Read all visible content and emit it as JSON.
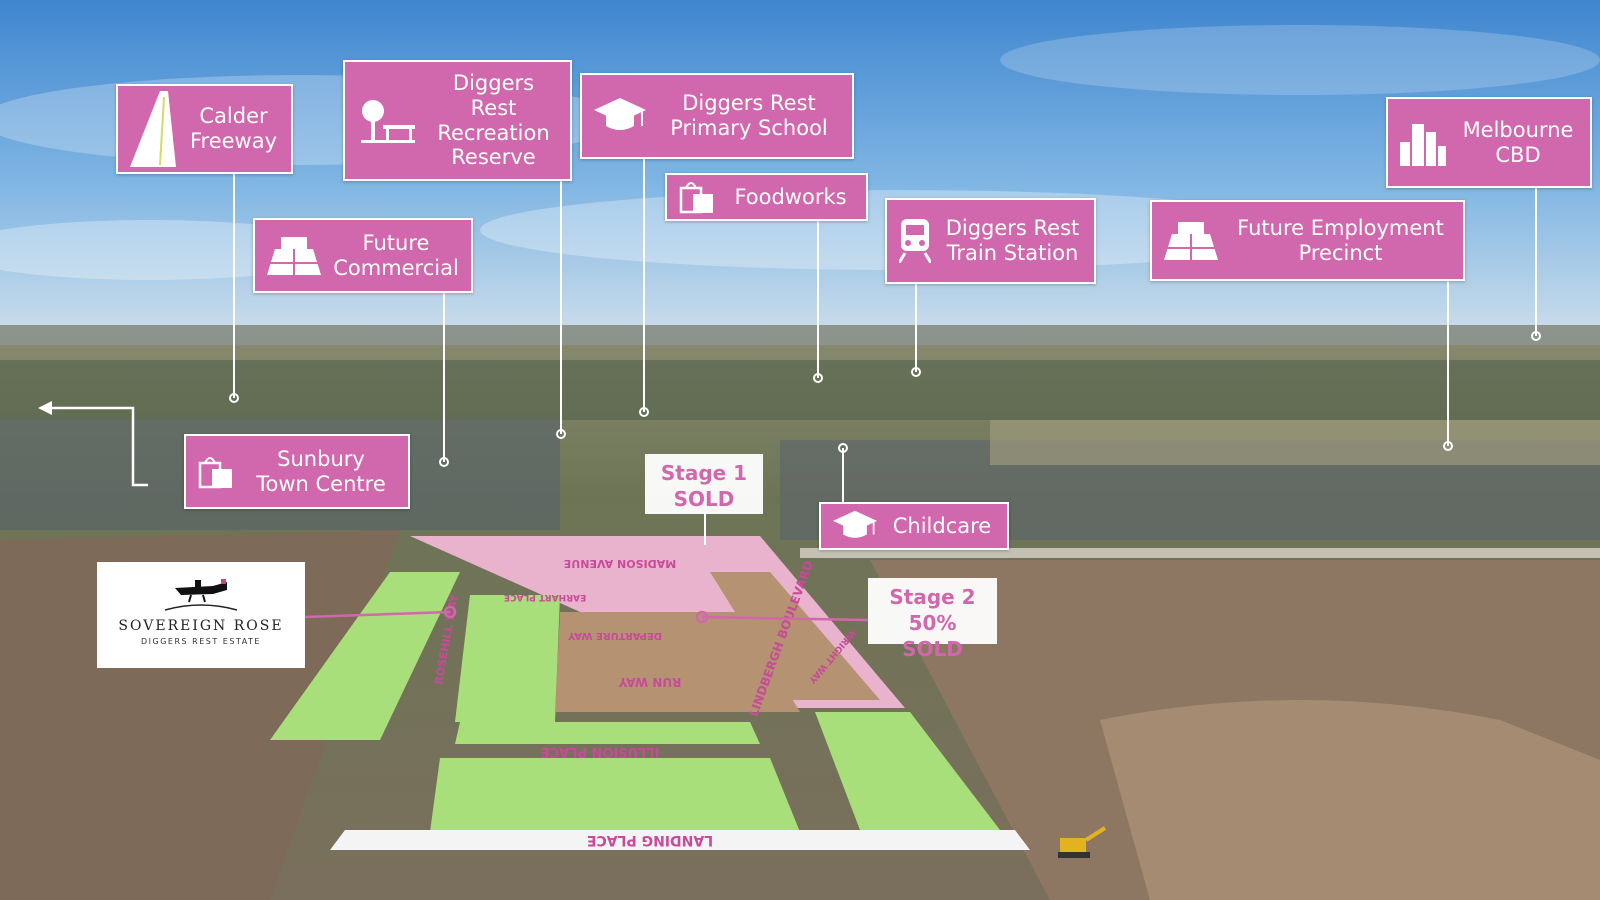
{
  "colors": {
    "tag_pink": "#d167ad",
    "lot_green": "#a8df7a",
    "lot_brown": "#b49272",
    "overlay_pink": "#f3b8d8",
    "sky": "#5d9ed8"
  },
  "labels": {
    "calder_freeway": "Calder\nFreeway",
    "recreation_reserve": "Diggers Rest\nRecreation\nReserve",
    "primary_school": "Diggers Rest\nPrimary School",
    "foodworks": "Foodworks",
    "melbourne_cbd": "Melbourne\nCBD",
    "future_commercial": "Future\nCommercial",
    "train_station": "Diggers Rest\nTrain Station",
    "employment_precinct": "Future Employment\nPrecinct",
    "sunbury_town_centre": "Sunbury\nTown Centre",
    "childcare": "Childcare"
  },
  "stages": {
    "stage1": "Stage 1\nSOLD",
    "stage2": "Stage 2\n50% SOLD"
  },
  "logo": {
    "brand": "SOVEREIGN ROSE",
    "subtitle": "DIGGERS REST ESTATE"
  },
  "roads": {
    "madison": "MADISON AVENUE",
    "earhart": "EARHART PLACE",
    "departure": "DEPARTURE WAY",
    "run": "RUN WAY",
    "illusion": "ILLUSION PLACE",
    "landing": "LANDING PLACE",
    "rosehill": "ROSEHILL WAY",
    "lindbergh": "LINDBERGH BOULEVARD",
    "wright": "WRIGHT WAY"
  },
  "icons": {
    "calder_freeway": "road-icon",
    "recreation_reserve": "park-bench-icon",
    "primary_school": "graduation-cap-icon",
    "foodworks": "shopping-bag-icon",
    "melbourne_cbd": "city-buildings-icon",
    "future_commercial": "office-building-icon",
    "train_station": "train-icon",
    "employment_precinct": "office-building-icon",
    "sunbury_town_centre": "shopping-bag-icon",
    "childcare": "graduation-cap-icon"
  }
}
